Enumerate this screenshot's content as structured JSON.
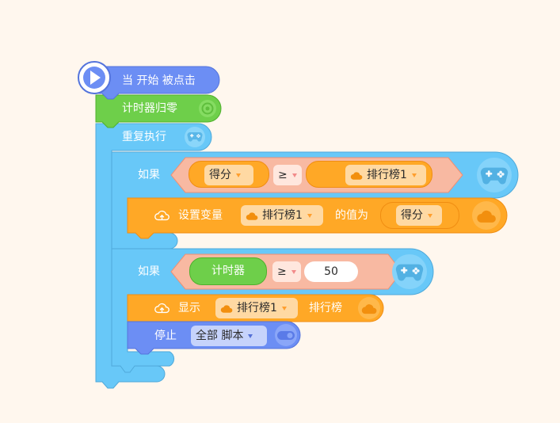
{
  "colors": {
    "background": "#fff7ee",
    "event": "#6c8ef4",
    "timer": "#6ecf4a",
    "control": "#68c8f8",
    "operator": "#f8b9a2",
    "data": "#ffa826",
    "number_input": "#ffffff"
  },
  "blocks": {
    "when_clicked": {
      "label": "当 开始 被点击",
      "icon": "play-icon"
    },
    "reset_timer": {
      "label": "计时器归零",
      "icon": "timer-icon"
    },
    "repeat_forever": {
      "label": "重复执行",
      "icon": "gamepad-icon"
    },
    "if_1": {
      "label": "如果",
      "left_operand": "得分",
      "operator": "≥",
      "right_operand": "排行榜1",
      "icon": "gamepad-icon"
    },
    "set_variable": {
      "label": "设置变量",
      "variable": "排行榜1",
      "value_label": "的值为",
      "value": "得分",
      "icon": "cloud-icon"
    },
    "if_2": {
      "label": "如果",
      "left_operand": "计时器",
      "operator": "≥",
      "right_operand": "50",
      "icon": "gamepad-icon"
    },
    "show_leaderboard": {
      "label": "显示",
      "variable": "排行榜1",
      "suffix": "排行榜",
      "icon": "cloud-icon"
    },
    "stop": {
      "label": "停止",
      "option": "全部 脚本",
      "icon": "toggle-icon"
    }
  }
}
